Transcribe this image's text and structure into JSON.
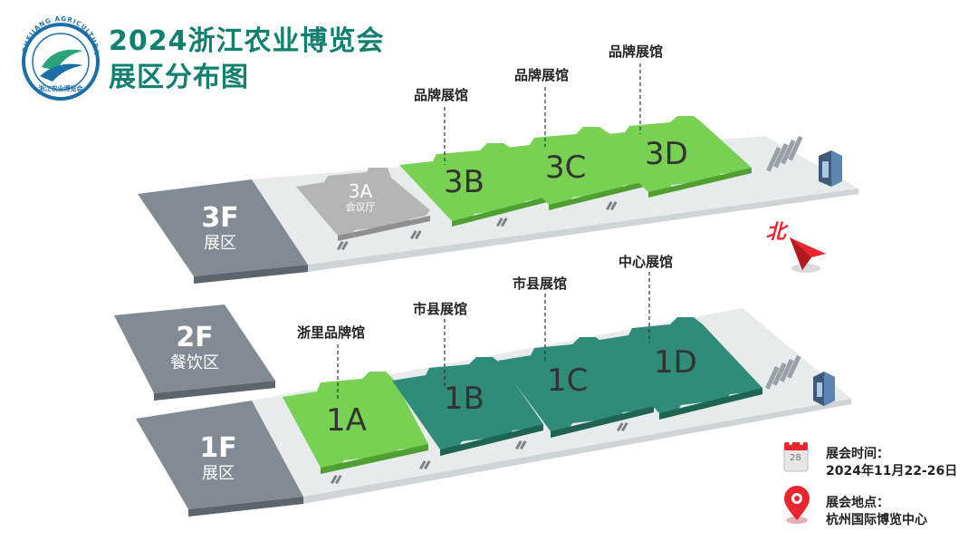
{
  "header": {
    "title_line1": "2024浙江农业博览会",
    "title_line2": "展区分布图",
    "logo_ring_text": "ZHEJIANG AGRICULTURAL FAIR",
    "logo_bottom_text": "浙江农业博览会"
  },
  "floors": {
    "f3": {
      "code": "3F",
      "name": "展区"
    },
    "f2": {
      "code": "2F",
      "name": "餐饮区"
    },
    "f1": {
      "code": "1F",
      "name": "展区"
    }
  },
  "halls": {
    "h3a": {
      "code": "3A",
      "sub": "会议厅"
    },
    "h3b": {
      "code": "3B",
      "label": "品牌展馆"
    },
    "h3c": {
      "code": "3C",
      "label": "品牌展馆"
    },
    "h3d": {
      "code": "3D",
      "label": "品牌展馆"
    },
    "h1a": {
      "code": "1A",
      "label": "浙里品牌馆"
    },
    "h1b": {
      "code": "1B",
      "label": "市县展馆"
    },
    "h1c": {
      "code": "1C",
      "label": "市县展馆"
    },
    "h1d": {
      "code": "1D",
      "label": "中心展馆"
    }
  },
  "north": {
    "label": "北"
  },
  "info": {
    "time_label": "展会时间：",
    "time_value": "2024年11月22-26日",
    "place_label": "展会地点：",
    "place_value": "杭州国际博览中心",
    "calendar_day": "28"
  },
  "colors": {
    "brand_green": "#12806e",
    "hall_green": "#78d152",
    "hall_teal": "#2f8c79",
    "hall_gray": "#b3b3b3",
    "floor_dark": "#828b93",
    "platform": "#e8ebec",
    "accent_red": "#e7262e"
  }
}
